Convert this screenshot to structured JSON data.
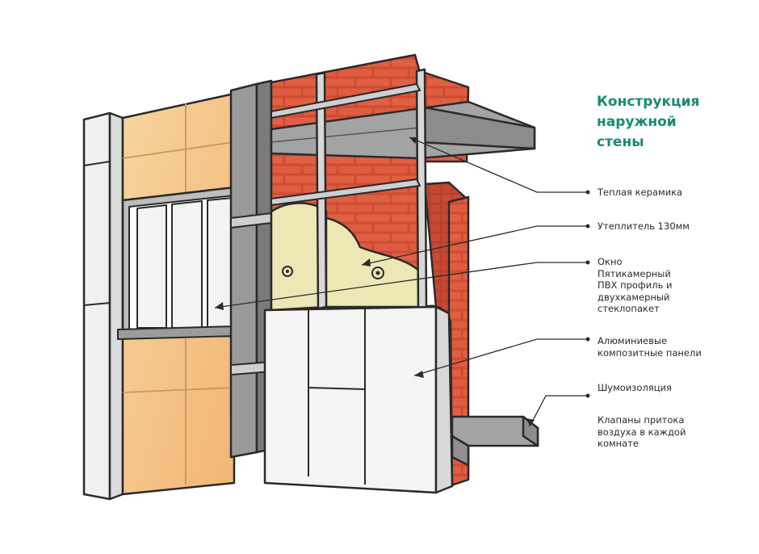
{
  "title": {
    "lines": [
      "Конструкция",
      "наружной",
      "стены"
    ]
  },
  "callouts": [
    {
      "lines": [
        "Теплая керамика"
      ]
    },
    {
      "lines": [
        "Утеплитель 130мм"
      ]
    },
    {
      "lines": [
        "Окно",
        "Пятикамерный",
        "ПВХ профиль и",
        "двухкамерный",
        "стеклопакет"
      ]
    },
    {
      "lines": [
        "Алюминиевые",
        "композитные панели"
      ]
    },
    {
      "lines": [
        "Шумоизоляция"
      ]
    },
    {
      "lines": [
        "Клапаны притока",
        "воздуха в каждой",
        "комнате"
      ]
    }
  ],
  "colors": {
    "title": "#1a8a73",
    "brick": "#d8553a",
    "insulation": "#ece7b4",
    "facade": "#f5c68c",
    "steel": "#8a8a8a",
    "panel": "#f4f4f4"
  }
}
